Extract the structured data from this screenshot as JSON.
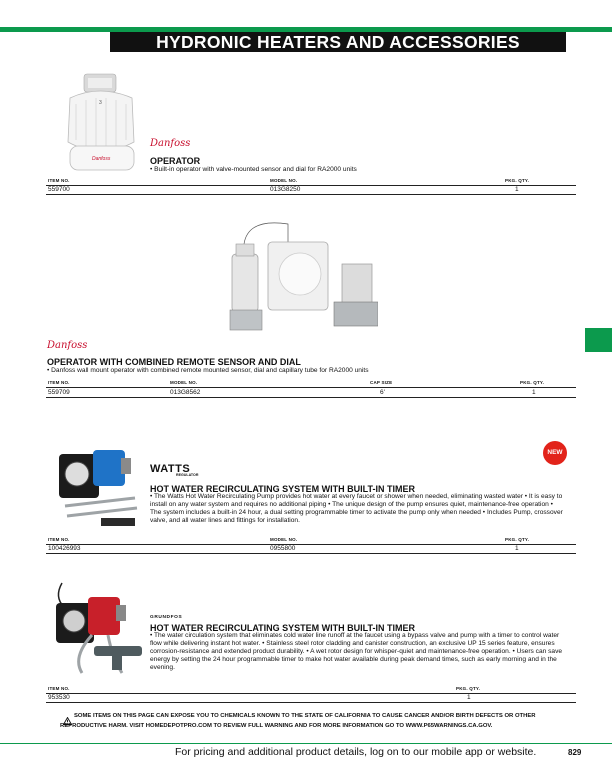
{
  "page": {
    "title": "HYDRONIC HEATERS AND ACCESSORIES",
    "footer_text": "For pricing and additional product details, log on to our mobile app or website.",
    "page_number": "829",
    "warning": "SOME ITEMS ON THIS PAGE CAN EXPOSE YOU TO CHEMICALS KNOWN TO THE STATE OF CALIFORNIA TO CAUSE CANCER AND/OR BIRTH DEFECTS OR OTHER REPRODUCTIVE HARM. VISIT HOMEDEPOTPRO.COM TO REVIEW FULL WARNING AND FOR MORE INFORMATION GO TO WWW.P65WARNINGS.CA.GOV.",
    "accent_color": "#0c9a4d"
  },
  "products": [
    {
      "brand": "Danfoss",
      "title": "OPERATOR",
      "description": "• Built-in operator with valve-mounted sensor and dial for RA2000 units",
      "headers": [
        "ITEM NO.",
        "MODEL NO.",
        "PKG. QTY."
      ],
      "row": [
        "559700",
        "013G8250",
        "1"
      ]
    },
    {
      "brand": "Danfoss",
      "title": "OPERATOR WITH COMBINED REMOTE SENSOR AND DIAL",
      "description": "• Danfoss wall mount operator with combined remote mounted sensor, dial and capillary tube for RA2000 units",
      "headers": [
        "ITEM NO.",
        "MODEL NO.",
        "CAP SIZE",
        "PKG. QTY."
      ],
      "row": [
        "559709",
        "013G8562",
        "6'",
        "1"
      ]
    },
    {
      "brand": "WATTS",
      "brand_sub": "REGULATOR",
      "badge": "NEW",
      "title": "HOT WATER RECIRCULATING SYSTEM WITH BUILT-IN TIMER",
      "description": "• The Watts Hot Water Recirculating Pump provides hot water at every faucet or shower when needed, eliminating wasted water • It is easy to install on any water system and requires no additional piping • The unique design of the pump ensures quiet, maintenance-free operation • The system includes a built-in 24 hour, a dual setting programmable timer to activate the pump only when needed • Includes Pump, crossover valve, and all water lines and fittings for installation.",
      "headers": [
        "ITEM NO.",
        "MODEL NO.",
        "PKG. QTY."
      ],
      "row": [
        "100426993",
        "0955800",
        "1"
      ]
    },
    {
      "brand": "GRUNDFOS",
      "title": "HOT WATER RECIRCULATING SYSTEM WITH BUILT-IN TIMER",
      "description": "• The water circulation system that eliminates cold water line runoff at the faucet using a bypass valve and pump with a timer to control water flow while delivering instant hot water. • Stainless steel rotor cladding and canister construction, an exclusive UP 15 series feature, ensures corrosion-resistance and extended product durability. • A wet rotor design for whisper-quiet and maintenance-free operation. • Users can save energy by setting the 24 hour programmable timer to make hot water available during peak demand times, such as early morning and in the evening.",
      "headers": [
        "ITEM NO.",
        "PKG. QTY."
      ],
      "row": [
        "953530",
        "1"
      ]
    }
  ]
}
